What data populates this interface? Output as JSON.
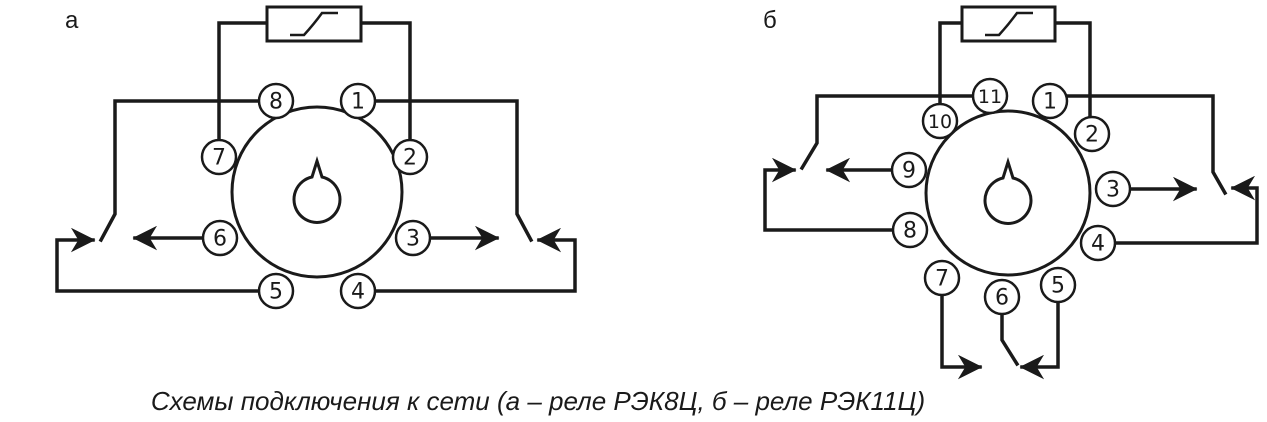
{
  "labels": {
    "a": "а",
    "b": "б"
  },
  "relay_a": {
    "pins": [
      "1",
      "2",
      "3",
      "4",
      "5",
      "6",
      "7",
      "8"
    ]
  },
  "relay_b": {
    "pins": [
      "1",
      "2",
      "3",
      "4",
      "5",
      "6",
      "7",
      "8",
      "9",
      "10",
      "11"
    ]
  },
  "caption": "Схемы подключения к сети (а – реле РЭК8Ц, б – реле РЭК11Ц)",
  "colors": {
    "ink": "#1a1a1a",
    "background": "#ffffff"
  }
}
